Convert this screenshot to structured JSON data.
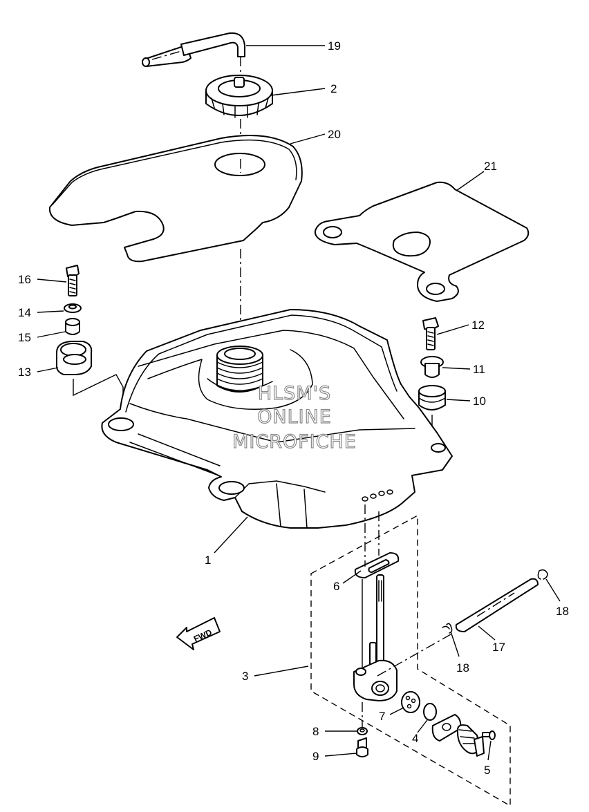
{
  "diagram": {
    "callouts": {
      "c1": "1",
      "c2": "2",
      "c3": "3",
      "c4": "4",
      "c5": "5",
      "c6": "6",
      "c7": "7",
      "c8": "8",
      "c9": "9",
      "c10": "10",
      "c11": "11",
      "c12": "12",
      "c13": "13",
      "c14": "14",
      "c15": "15",
      "c16": "16",
      "c17": "17",
      "c18a": "18",
      "c18b": "18",
      "c19": "19",
      "c20": "20",
      "c21": "21"
    },
    "watermark": {
      "line1": "HLSM'S",
      "line2": "ONLINE",
      "line3": "MICROFICHE"
    },
    "direction_arrow": "FWD"
  }
}
